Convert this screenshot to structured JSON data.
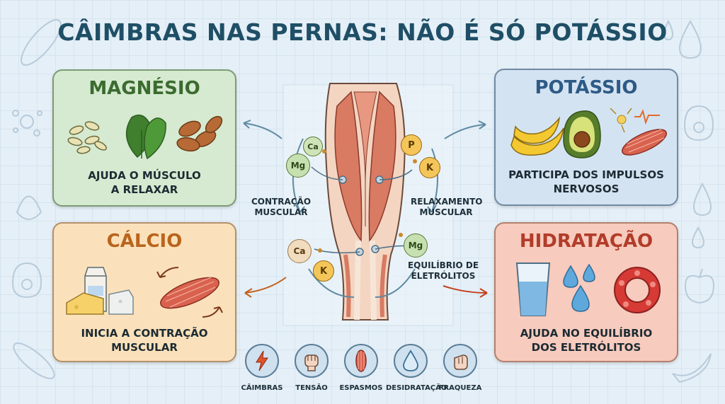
{
  "title": "CÂIMBRAS NAS PERNAS: NÃO É SÓ POTÁSSIO",
  "panels": {
    "magnesio": {
      "title": "MAGNÉSIO",
      "desc": [
        "AJUDA O MÚSCULO",
        "A RELAXAR"
      ]
    },
    "potassio": {
      "title": "POTÁSSIO",
      "desc": [
        "PARTICIPA DOS IMPULSOS",
        "NERVOSOS"
      ]
    },
    "calcio": {
      "title": "CÁLCIO",
      "desc": [
        "INICIA A CONTRAÇÃO",
        "MUSCULAR"
      ]
    },
    "hidratacao": {
      "title": "HIDRATAÇÃO",
      "desc": [
        "AJUDA NO EQUILÍBRIO",
        "DOS ELETRÓLITOS"
      ]
    }
  },
  "center": {
    "contracao": [
      "CONTRAÇÃO",
      "MUSCULAR"
    ],
    "relaxamento": [
      "RELAXAMENTO",
      "MUSCULAR"
    ],
    "equilibrio": [
      "EQUILÍBRIO DE",
      "ELETRÓLITOS"
    ],
    "ions": {
      "ca": "Ca",
      "mg": "Mg",
      "p": "P",
      "k": "K"
    }
  },
  "symptoms": [
    {
      "label": "CÂIMBRAS",
      "icon": "lightning-icon"
    },
    {
      "label": "TENSÃO",
      "icon": "clenched-fist-icon"
    },
    {
      "label": "ESPASMOS",
      "icon": "muscle-spasm-icon"
    },
    {
      "label": "DESIDRATAÇÃO",
      "icon": "water-drop-icon"
    },
    {
      "label": "FRAQUEZA",
      "icon": "weak-fist-icon"
    }
  ],
  "colors": {
    "title": "#1f4f66",
    "magnesio": "#3c6b30",
    "potassio": "#2e5a86",
    "calcio": "#b9641d",
    "hidratacao": "#b23c2a",
    "muscle": "#d97a62"
  }
}
